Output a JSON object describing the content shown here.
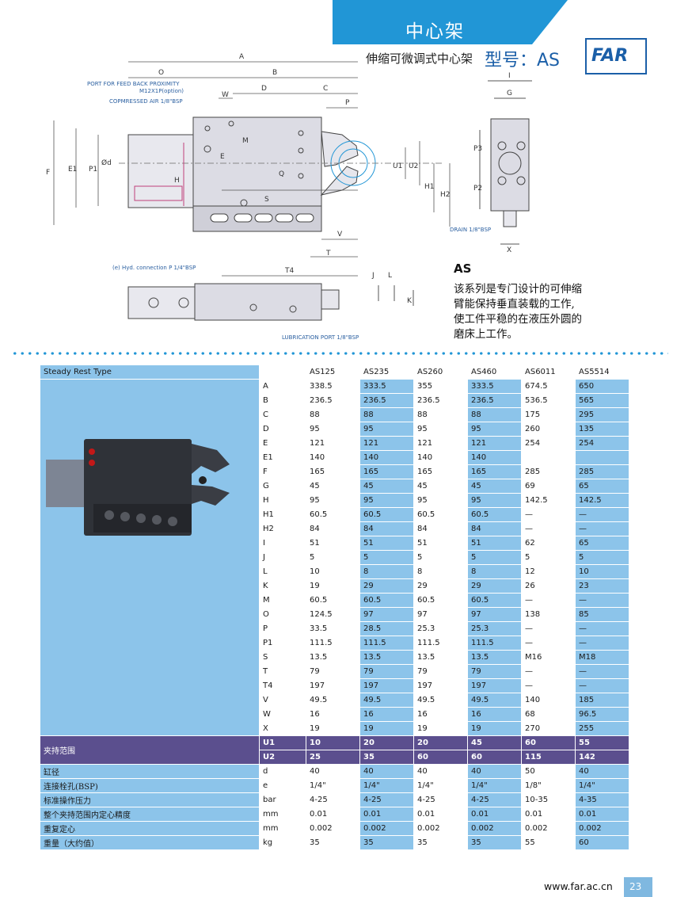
{
  "header": {
    "title": "中心架",
    "subtitle": "伸缩可微调式中心架",
    "model": "型号：AS",
    "logo": "FAR"
  },
  "drawing": {
    "dims_top": [
      "A",
      "O",
      "B",
      "W",
      "D",
      "C",
      "P"
    ],
    "dims_left": [
      "F",
      "E1",
      "P1",
      "Ød",
      "H",
      "E",
      "M",
      "Q"
    ],
    "dims_right": [
      "U1",
      "U2",
      "H1",
      "H2",
      "S",
      "V",
      "T",
      "T4"
    ],
    "side_view_dims": [
      "I",
      "G",
      "P3",
      "P2",
      "X"
    ],
    "bottom_view_dims": [
      "J",
      "L",
      "K"
    ],
    "port_feed_back": "PORT FOR FEED BACK PROXIMITY",
    "port_feed_back_spec": "M12X1P(option)",
    "compressed_air": "COPMRESSED AIR 1/8\"BSP",
    "drain": "DRAIN 1/8\"BSP",
    "hyd_connection": "(e) Hyd. connection P 1/4\"BSP",
    "lubrication": "LUBRICATION PORT 1/8\"BSP"
  },
  "description": {
    "title": "AS",
    "lines": [
      "该系列是专门设计的可伸缩",
      "臂能保持垂直装载的工作,",
      "使工件平稳的在液压外圆的",
      "磨床上工作。"
    ]
  },
  "table": {
    "type_label": "Steady Rest Type",
    "models": [
      "AS125",
      "AS235",
      "AS260",
      "AS460",
      "AS6011",
      "AS5514"
    ],
    "rows": [
      {
        "code": "A",
        "values": [
          "338.5",
          "333.5",
          "355",
          "333.5",
          "674.5",
          "650"
        ]
      },
      {
        "code": "B",
        "values": [
          "236.5",
          "236.5",
          "236.5",
          "236.5",
          "536.5",
          "565"
        ]
      },
      {
        "code": "C",
        "values": [
          "88",
          "88",
          "88",
          "88",
          "175",
          "295"
        ]
      },
      {
        "code": "D",
        "values": [
          "95",
          "95",
          "95",
          "95",
          "260",
          "135"
        ]
      },
      {
        "code": "E",
        "values": [
          "121",
          "121",
          "121",
          "121",
          "254",
          "254"
        ]
      },
      {
        "code": "E1",
        "values": [
          "140",
          "140",
          "140",
          "140",
          "",
          ""
        ]
      },
      {
        "code": "F",
        "values": [
          "165",
          "165",
          "165",
          "165",
          "285",
          "285"
        ]
      },
      {
        "code": "G",
        "values": [
          "45",
          "45",
          "45",
          "45",
          "69",
          "65"
        ]
      },
      {
        "code": "H",
        "values": [
          "95",
          "95",
          "95",
          "95",
          "142.5",
          "142.5"
        ]
      },
      {
        "code": "H1",
        "values": [
          "60.5",
          "60.5",
          "60.5",
          "60.5",
          "—",
          "—"
        ]
      },
      {
        "code": "H2",
        "values": [
          "84",
          "84",
          "84",
          "84",
          "—",
          "—"
        ]
      },
      {
        "code": "I",
        "values": [
          "51",
          "51",
          "51",
          "51",
          "62",
          "65"
        ]
      },
      {
        "code": "J",
        "values": [
          "5",
          "5",
          "5",
          "5",
          "5",
          "5"
        ]
      },
      {
        "code": "L",
        "values": [
          "10",
          "8",
          "8",
          "8",
          "12",
          "10"
        ]
      },
      {
        "code": "K",
        "values": [
          "19",
          "29",
          "29",
          "29",
          "26",
          "23"
        ]
      },
      {
        "code": "M",
        "values": [
          "60.5",
          "60.5",
          "60.5",
          "60.5",
          "—",
          "—"
        ]
      },
      {
        "code": "O",
        "values": [
          "124.5",
          "97",
          "97",
          "97",
          "138",
          "85"
        ]
      },
      {
        "code": "P",
        "values": [
          "33.5",
          "28.5",
          "25.3",
          "25.3",
          "—",
          "—"
        ]
      },
      {
        "code": "P1",
        "values": [
          "111.5",
          "111.5",
          "111.5",
          "111.5",
          "—",
          "—"
        ]
      },
      {
        "code": "S",
        "values": [
          "13.5",
          "13.5",
          "13.5",
          "13.5",
          "M16",
          "M18"
        ]
      },
      {
        "code": "T",
        "values": [
          "79",
          "79",
          "79",
          "79",
          "—",
          "—"
        ]
      },
      {
        "code": "T4",
        "values": [
          "197",
          "197",
          "197",
          "197",
          "—",
          "—"
        ]
      },
      {
        "code": "V",
        "values": [
          "49.5",
          "49.5",
          "49.5",
          "49.5",
          "140",
          "185"
        ]
      },
      {
        "code": "W",
        "values": [
          "16",
          "16",
          "16",
          "16",
          "68",
          "96.5"
        ]
      },
      {
        "code": "X",
        "values": [
          "19",
          "19",
          "19",
          "19",
          "270",
          "255"
        ]
      }
    ],
    "clamp_label": "夹持范围",
    "clamp_rows": [
      {
        "code": "U1",
        "values": [
          "10",
          "20",
          "20",
          "45",
          "60",
          "55"
        ]
      },
      {
        "code": "U2",
        "values": [
          "25",
          "35",
          "60",
          "60",
          "115",
          "142"
        ]
      }
    ],
    "footer_rows": [
      {
        "label": "缸径",
        "unit": "d",
        "values": [
          "40",
          "40",
          "40",
          "40",
          "50",
          "40"
        ]
      },
      {
        "label": "连接栓孔(BSP)",
        "unit": "e",
        "values": [
          "1/4\"",
          "1/4\"",
          "1/4\"",
          "1/4\"",
          "1/8\"",
          "1/4\""
        ]
      },
      {
        "label": "标准操作压力",
        "unit": "bar",
        "values": [
          "4-25",
          "4-25",
          "4-25",
          "4-25",
          "10-35",
          "4-35"
        ]
      },
      {
        "label": "整个夹持范围内定心精度",
        "unit": "mm",
        "values": [
          "0.01",
          "0.01",
          "0.01",
          "0.01",
          "0.01",
          "0.01"
        ]
      },
      {
        "label": "重复定心",
        "unit": "mm",
        "values": [
          "0.002",
          "0.002",
          "0.002",
          "0.002",
          "0.002",
          "0.002"
        ]
      },
      {
        "label": "重量（大约值）",
        "unit": "kg",
        "values": [
          "35",
          "35",
          "35",
          "35",
          "55",
          "60"
        ]
      }
    ]
  },
  "footer": {
    "website": "www.far.ac.cn",
    "page": "23"
  },
  "colors": {
    "banner": "#2196d6",
    "table_blue": "#8cc4ea",
    "table_purple": "#5b4f8e",
    "logo": "#1b5fa8"
  }
}
